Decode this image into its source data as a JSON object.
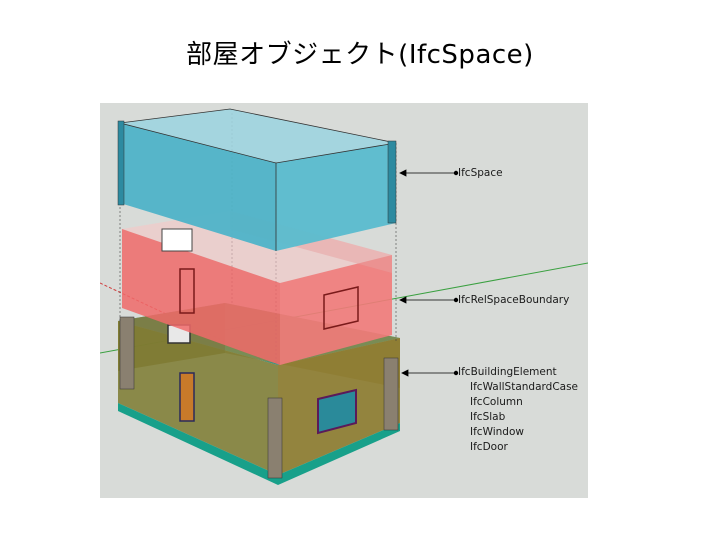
{
  "title": "部屋オブジェクト(IfcSpace)",
  "labels": {
    "space": "IfcSpace",
    "boundary": "IfcRelSpaceBoundary",
    "element": "IfcBuildingElement"
  },
  "element_subtypes": [
    "IfcWallStandardCase",
    "IfcColumn",
    "IfcSlab",
    "IfcWindow",
    "IfcDoor"
  ],
  "colors": {
    "background": "#d8dbd8",
    "space": "#4fb3c8",
    "boundary": "#f06a6a",
    "element": "#8a7a3c",
    "axis_red": "#d04040",
    "axis_green": "#3aa040"
  }
}
